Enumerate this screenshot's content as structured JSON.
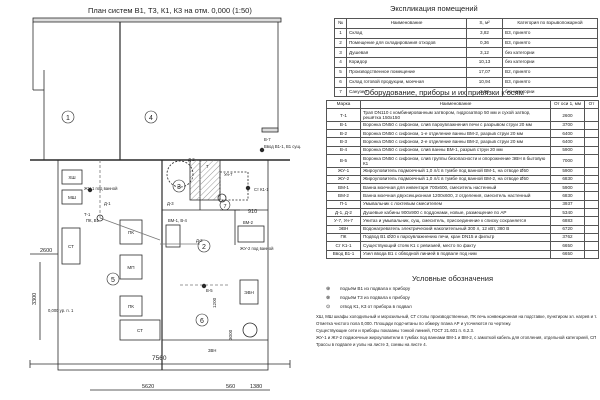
{
  "plan": {
    "title": "План систем В1, Т3, К1, К3 на отм. 0,000 (1:50)",
    "room_numbers": [
      "1",
      "4",
      "2",
      "3",
      "5",
      "6",
      "7"
    ],
    "room_labels": {
      "hsh": "ХШ",
      "msh": "МШ",
      "st1": "СТ",
      "pk1": "ПК",
      "mp": "МП",
      "pk2": "ПК",
      "st2": "СТ",
      "evn": "ЭВН"
    },
    "riser_labels": {
      "v17": "В-7",
      "vvod": "Ввод В1-1, В1 сущ.",
      "d2": "Д-2",
      "t": "Т",
      "un7": "Ун-7",
      "d3": "Д-3",
      "st_k1": "Ст К1-1",
      "zhu1": "ЖУ-1 под ванной",
      "t1": "Т-1",
      "pk_v1": "ПК, В1",
      "d1": "Д-1",
      "vm1": "ВМ-1, В-4",
      "d2b": "Д-2",
      "vm2": "ВМ-2",
      "zhu2": "ЖУ-2 под ванной",
      "b5": "В-5",
      "evn2": "ЗВН"
    },
    "dims": {
      "d910": "910",
      "d2600": "2600",
      "d3300": "3300",
      "d_level": "0,000 ур. п. 1",
      "d7560": "7560",
      "d5620": "5620",
      "d560": "560",
      "d1380": "1380",
      "d1200": "1200",
      "d3000": "3000"
    }
  },
  "rooms": {
    "title": "Экспликация помещений",
    "headers": [
      "№",
      "Наименование",
      "S, м²",
      "Категория по взрывопожарной"
    ],
    "rows": [
      [
        "1",
        "Склад",
        "3,82",
        "В3, принято"
      ],
      [
        "2",
        "Помещение для складирования отходов",
        "0,36",
        "В3, принято"
      ],
      [
        "3",
        "Душевая",
        "3,12",
        "без категории"
      ],
      [
        "4",
        "Коридор",
        "10,13",
        "без категории"
      ],
      [
        "5",
        "Производственное помещение",
        "17,07",
        "В2, принято"
      ],
      [
        "6",
        "Склад готовой продукции, моечная",
        "10,94",
        "В3, принято"
      ],
      [
        "7",
        "Санузел",
        "2,58",
        "без категории"
      ]
    ]
  },
  "equipment": {
    "title": "Оборудование, приборы и их привязки к осям",
    "headers": [
      "Марка",
      "Наименование",
      "От оси 1, мм",
      "От"
    ],
    "rows": [
      [
        "Т-1",
        "Трап DN110 с комбинированным затвором, гидрозатвор 50 мм и сухой затвор, решётка 150х150",
        "2600",
        ""
      ],
      [
        "В-1",
        "Воронка DN50 с сифоном, слив пароувлажнения печи с разрывом струи 20 мм",
        "3700",
        ""
      ],
      [
        "В-2",
        "Воронка DN50 с сифоном, 1-е отделение ванны ВМ-2, разрыв струи 20 мм",
        "6400",
        ""
      ],
      [
        "В-3",
        "Воронка DN50 с сифоном, 2-е отделение ванны ВМ-2, разрыв струи 20 мм",
        "6400",
        ""
      ],
      [
        "В-4",
        "Воронка DN50 с сифоном, слив ванны ВМ-1, разрыв струи 20 мм",
        "5900",
        ""
      ],
      [
        "В-5",
        "Воронка DN50 с сифоном, слив группы безопасности и опорожнение ЭВН в бытовую К1",
        "7000",
        ""
      ],
      [
        "ЖУ-1",
        "Жироуловитель подмоечный 1,0 л/с в тумбе под ванной ВМ-1, на отводе Ø50",
        "5900",
        ""
      ],
      [
        "ЖУ-2",
        "Жироуловитель подмоечный 1,0 л/с в тумбе под ванной ВМ-2, на отводе Ø50",
        "6830",
        ""
      ],
      [
        "ВМ-1",
        "Ванна моечная для инвентаря 700х600, смеситель настенный",
        "5900",
        ""
      ],
      [
        "ВМ-2",
        "Ванна моечная двухсекционная 1200х600, 2 отделения, смеситель настенный",
        "6830",
        ""
      ],
      [
        "П-1",
        "Умывальник с локтевым смесителем",
        "3937",
        ""
      ],
      [
        "Д-1, Д-2",
        "Душевые кабины 900х900 с поддонами, новые, размещение по АР",
        "5340",
        ""
      ],
      [
        "У-7, Ун-7",
        "Унитаз и умывальник, сущ. смеситель, присоединение к списку сохраняется",
        "6883",
        ""
      ],
      [
        "ЭВН",
        "Водонагреватель электрический накопительный 300 л, 12 кВт, 380 В",
        "6720",
        ""
      ],
      [
        "ПК",
        "Подвод В1 Ø20 к пароувлажнению печи, кран DN15 и фильтр",
        "3762",
        ""
      ],
      [
        "Ст К1-1",
        "Существующий стояк К1 с ревизией, место по факту",
        "6650",
        ""
      ],
      [
        "Ввод В1-1",
        "Узел ввода В1 с обводной линией в подвале под ним",
        "6650",
        ""
      ]
    ]
  },
  "legend": {
    "title": "Условные обозначения",
    "items": [
      {
        "symbol": "⊕",
        "label": "подъём В1 из подвала к прибору"
      },
      {
        "symbol": "⊗",
        "label": "подъём Т3 из подвала к прибору"
      },
      {
        "symbol": "⊙",
        "label": "отвод К1, К3 от прибора в подвал"
      }
    ]
  },
  "notes": [
    "ХШ, МШ шкафы холодильный и морозильный, СТ столы производственные, ПК печь конвекционная на подставке, пунктиром эл. нагрев и т. п.",
    "Отметка чистого пола 0,000. Площади подсчитаны по обмеру плана АР и уточняются по чертежу.",
    "Существующие сети и приборы показаны тонкой линией, ГОСТ 21.601 п. 6.2.3.",
    "ЖУ-1 и ЖУ-2 подмоечные жироуловители в тумбах под ваннами ВМ-1 и ВМ-2, с замоткой кабель для отопления, отдельной категорией, СП",
    "Трассы в подвале и узлы на листе 3, схемы на листе 4."
  ],
  "colors": {
    "line": "#2a2a2a",
    "thin": "#777777",
    "hatch": "#888888"
  }
}
